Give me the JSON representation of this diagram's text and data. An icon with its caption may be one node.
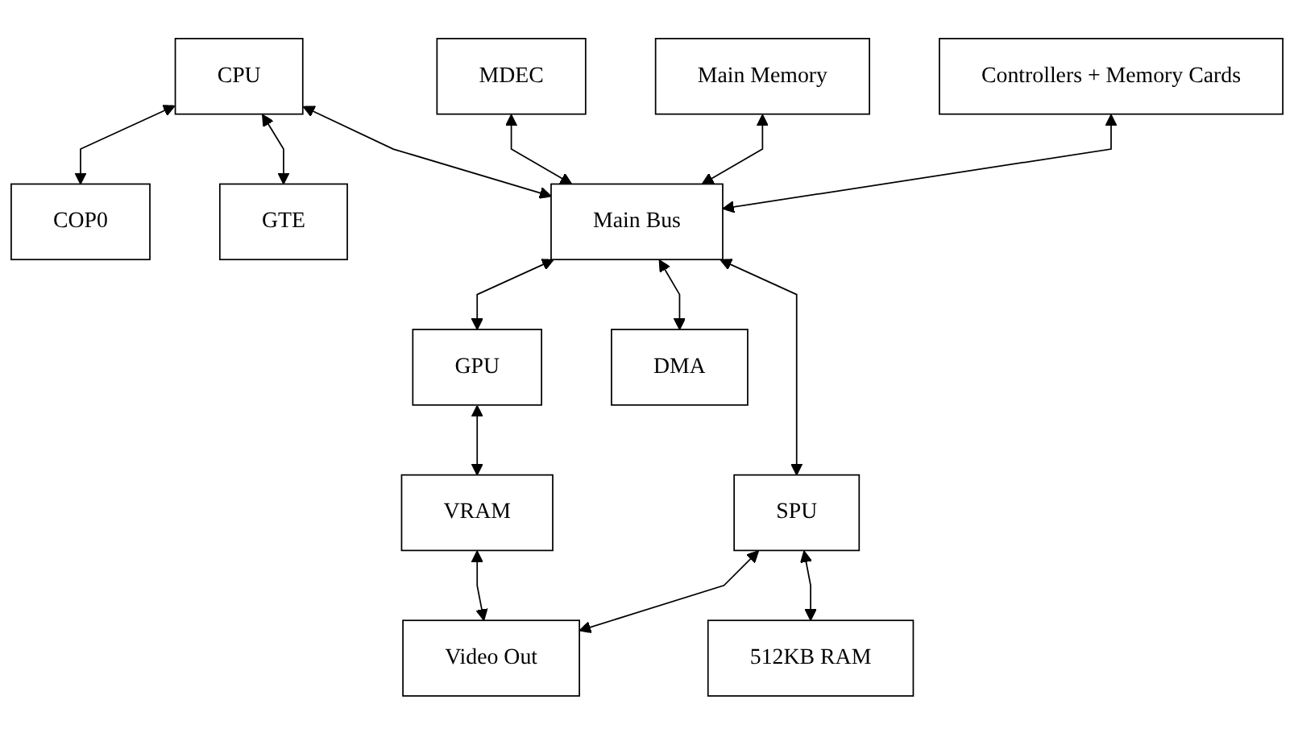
{
  "diagram": {
    "nodes": [
      {
        "text": [
          "CPU"
        ]
      },
      {
        "text": [
          "COP0"
        ]
      },
      {
        "text": [
          "GTE"
        ]
      },
      {
        "text": [
          "MDEC"
        ]
      },
      {
        "text": [
          "Main Memory"
        ]
      },
      {
        "text": [
          "Controllers + Memory Cards"
        ]
      },
      {
        "text": [
          "Main Bus"
        ]
      },
      {
        "text": [
          "GPU"
        ]
      },
      {
        "text": [
          "VRAM"
        ]
      },
      {
        "text": [
          "SPU"
        ]
      },
      {
        "text": [
          "512KB RAM"
        ]
      },
      {
        "text": [
          "DMA"
        ]
      },
      {
        "text": [
          "Video Out"
        ]
      }
    ],
    "edges": [
      {
        "from": 0,
        "to": 1,
        "arrow": "both"
      },
      {
        "from": 0,
        "to": 2,
        "arrow": "both"
      },
      {
        "from": 0,
        "to": 6,
        "arrow": "both"
      },
      {
        "from": 3,
        "to": 6,
        "arrow": "both"
      },
      {
        "from": 4,
        "to": 6,
        "arrow": "both"
      },
      {
        "from": 5,
        "to": 6,
        "arrow": "both"
      },
      {
        "from": 6,
        "to": 7,
        "arrow": "both"
      },
      {
        "from": 6,
        "to": 9,
        "arrow": "both"
      },
      {
        "from": 6,
        "to": 11,
        "arrow": "both"
      },
      {
        "from": 7,
        "to": 8,
        "arrow": "both"
      },
      {
        "from": 9,
        "to": 10,
        "arrow": "both"
      },
      {
        "from": 8,
        "to": 12,
        "arrow": "both"
      },
      {
        "from": 9,
        "to": 12,
        "arrow": "both"
      }
    ]
  }
}
